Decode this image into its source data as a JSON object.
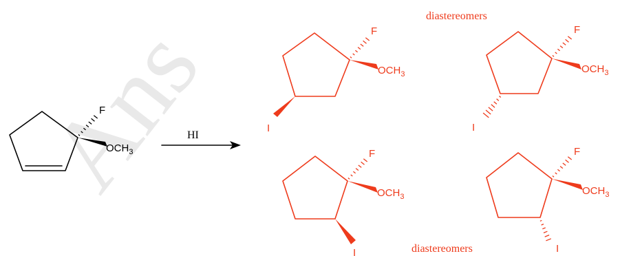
{
  "reaction": {
    "reagent": "HI",
    "label_top": "diastereomers",
    "label_bottom": "diastereomers"
  },
  "atoms": {
    "F": "F",
    "O": "OCH",
    "H3": "3",
    "I": "I"
  },
  "watermark": "Ans",
  "colors": {
    "reactant": "#000000",
    "product": "#ee3b1c"
  }
}
